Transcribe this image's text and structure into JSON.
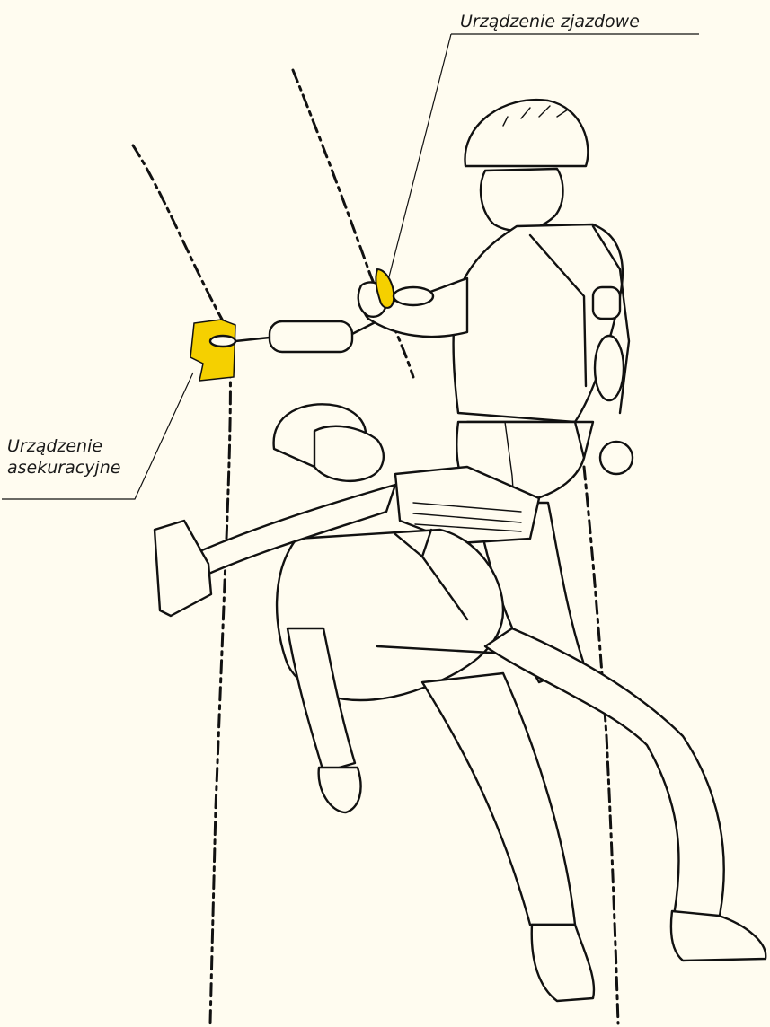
{
  "labels": {
    "descender": "Urządzenie zjazdowe",
    "belay_line1": "Urządzenie",
    "belay_line2": "asekuracyjne"
  },
  "colors": {
    "background": "#fffcf0",
    "highlight": "#f5d000",
    "ink": "#111111"
  }
}
